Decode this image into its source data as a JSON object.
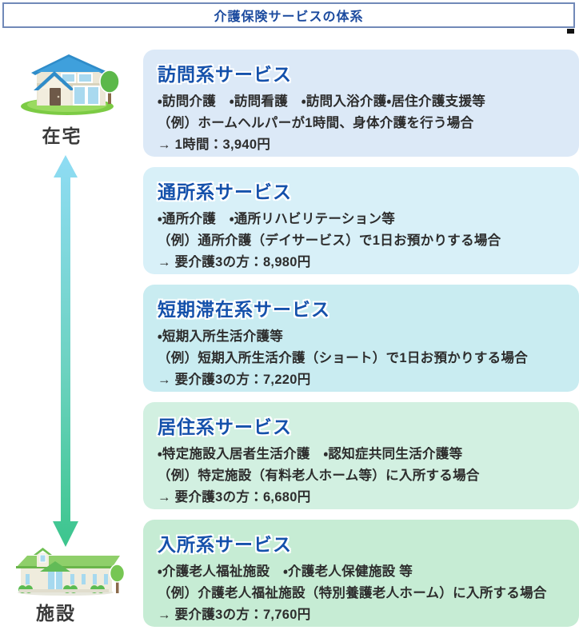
{
  "title": "介護保険サービスの体系",
  "axis": {
    "home_label": "在宅",
    "facility_label": "施設"
  },
  "services": [
    {
      "name": "訪問系サービス",
      "items": "・訪問介護　・訪問看護　・訪問入浴介護・居住介護支援等",
      "example": "（例）ホームヘルパーが1時間、身体介護を行う場合",
      "price": "→ 1時間：3,940円",
      "bg": "#dce9f7"
    },
    {
      "name": "通所系サービス",
      "items": "・通所介護　・通所リハビリテーション等",
      "example": "（例）通所介護（デイサービス）で1日お預かりする場合",
      "price": "→ 要介護3の方：8,980円",
      "bg": "#d8f0f8"
    },
    {
      "name": "短期滞在系サービス",
      "items": "・短期入所生活介護等",
      "example": "（例）短期入所生活介護（ショート）で1日お預かりする場合",
      "price": "→ 要介護3の方：7,220円",
      "bg": "#c9ecf1"
    },
    {
      "name": "居住系サービス",
      "items": "・特定施設入居者生活介護　・認知症共同生活介護等",
      "example": "（例）特定施設（有料老人ホーム等）に入所する場合",
      "price": "→ 要介護3の方：6,680円",
      "bg": "#d2f0e1"
    },
    {
      "name": "入所系サービス",
      "items": "・介護老人福祉施設　・介護老人保健施設 等",
      "example": "（例）介護老人福祉施設（特別養護老人ホーム）に入所する場合",
      "price": "→ 要介護3の方：7,760円",
      "bg": "#c6ecd4"
    }
  ],
  "colors": {
    "title_text": "#1b4a9e",
    "title_border": "#7189b8",
    "heading_text": "#1551ab",
    "body_text": "#2d2d2d",
    "arrow_top": "#8fdcf4",
    "arrow_mid": "#6cd2c0",
    "arrow_bottom": "#3cc58d"
  }
}
